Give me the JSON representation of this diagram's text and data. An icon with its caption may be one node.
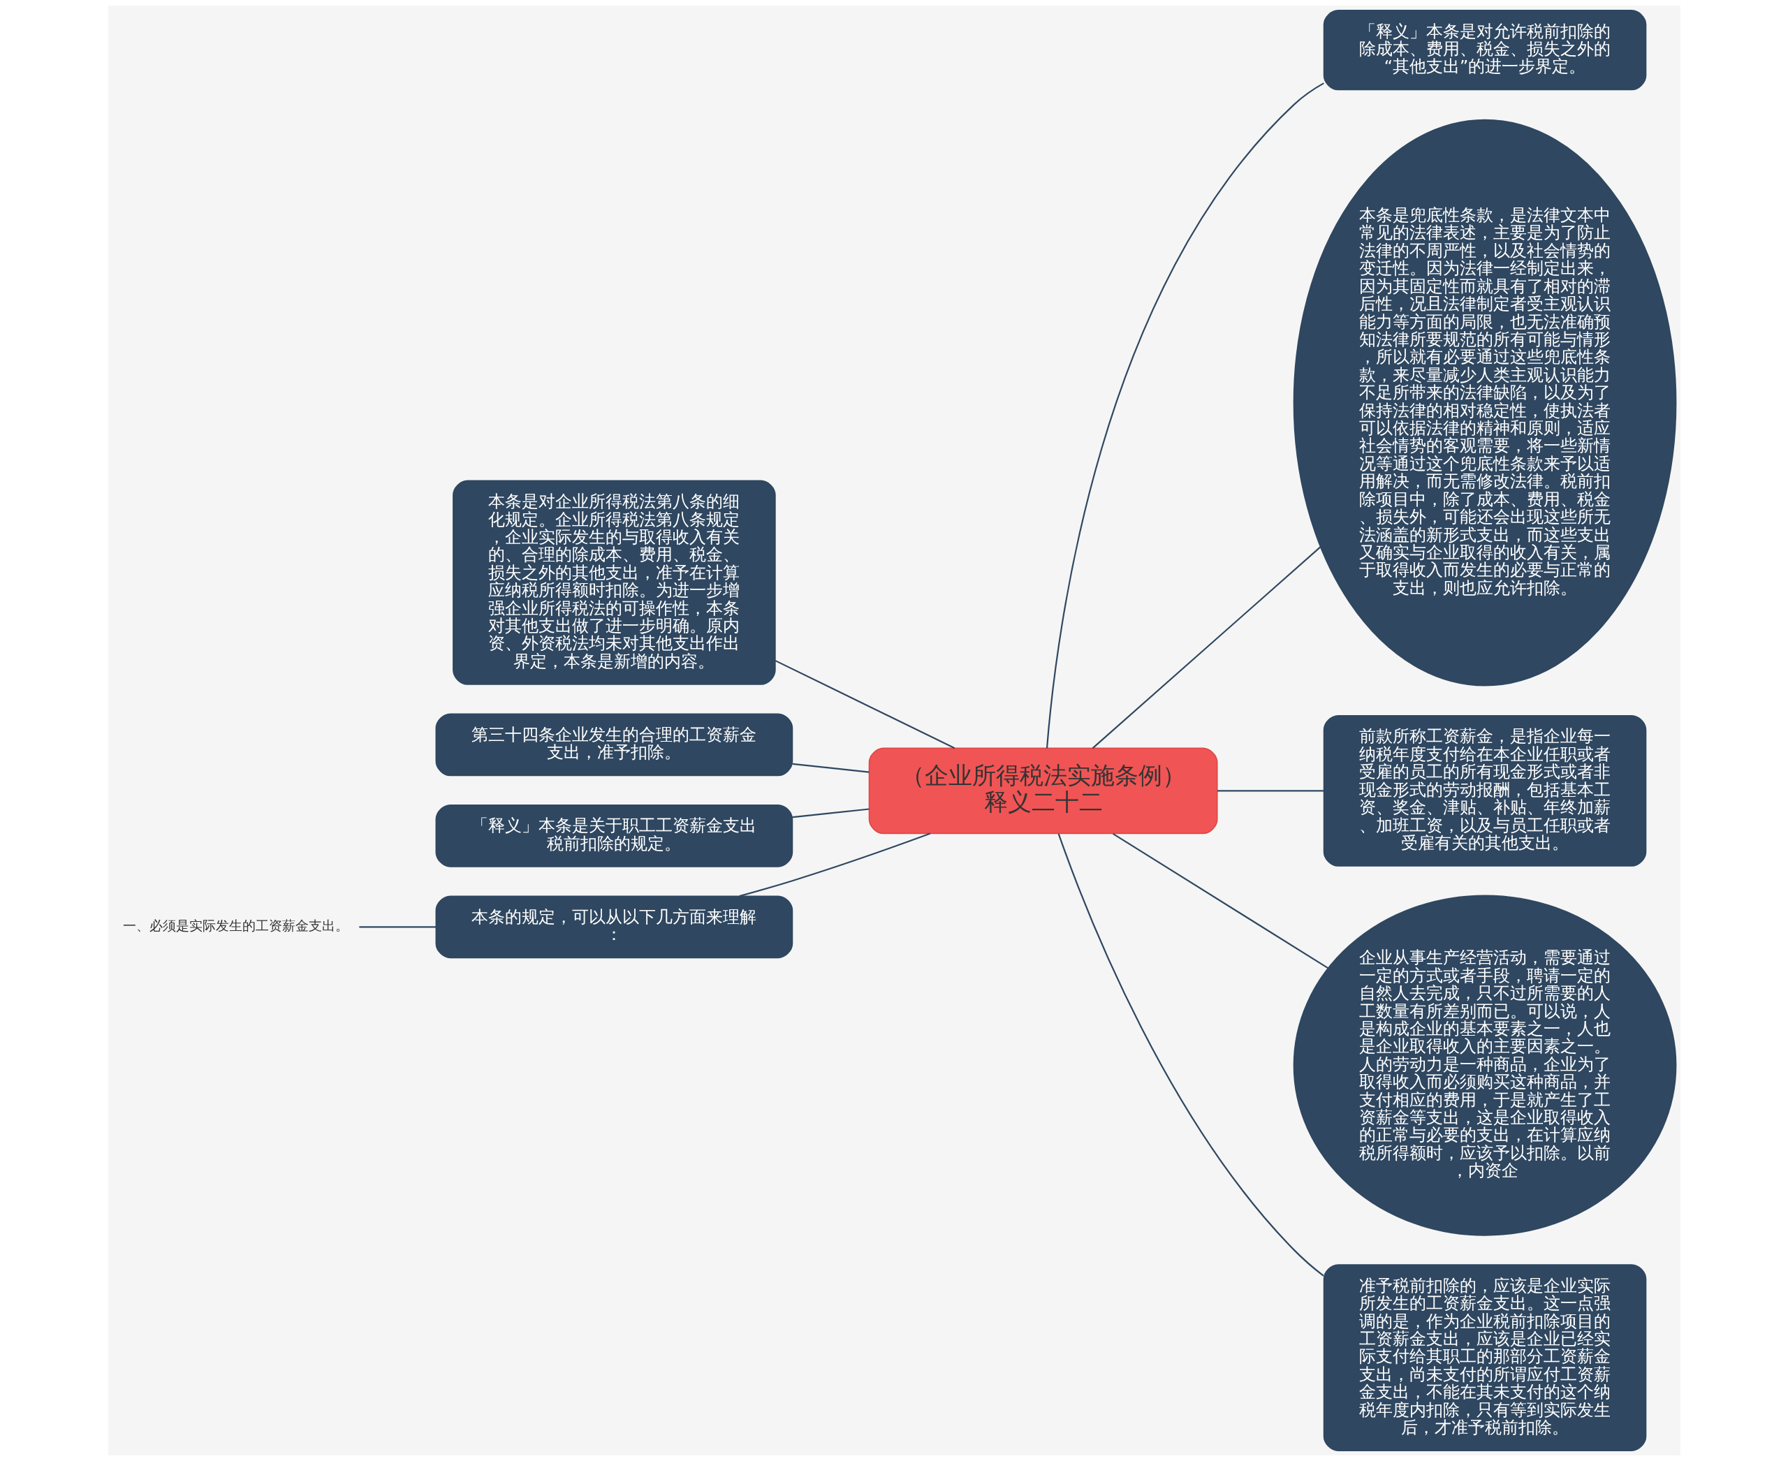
{
  "diagram": {
    "nodes": [
      {
        "text": [
          "（企业所得税法实施条例）释义二十二"
        ]
      },
      {
        "text": [
          "「释义」本条是对允许税前扣除的除成本、费用、税金、损失之外的“其他支出”的进一步界定。"
        ]
      },
      {
        "text": [
          "本条是兜底性条款，是法律文本中常见的法律表述，主要是为了防止法律的不周严性，以及社会情势的变迁性。因为法律一经制定出来，因为其固定性而就具有了相对的滞后性，况且法律制定者受主观认识能力等方面的局限，也无法准确预知法律所要规范的所有可能与情形，所以就有必要通过这些兜底性条款，来尽量减少人类主观认识能力不足所带来的法律缺陷，以及为了保持法律的相对稳定性，使执法者可以依据法律的精神和原则，适应社会情势的客观需要，将一些新情况等通过这个兜底性条款来予以适用解决，而无需修改法律。税前扣除项目中，除了成本、费用、税金、损失外，可能还会出现这些所无法涵盖的新形式支出，而这些支出又确实与企业取得的收入有关，属于取得收入而发生的必要与正常的支出，则也应允许扣除。"
        ]
      },
      {
        "text": [
          "前款所称工资薪金，是指企业每一纳税年度支付给在本企业任职或者受雇的员工的所有现金形式或者非现金形式的劳动报酬，包括基本工资、奖金、津贴、补贴、年终加薪、加班工资，以及与员工任职或者受雇有关的其他支出。"
        ]
      },
      {
        "text": [
          "企业从事生产经营活动，需要通过一定的方式或者手段，聘请一定的自然人去完成，只不过所需要的人工数量有所差别而已。可以说，人是构成企业的基本要素之一，人也是企业取得收入的主要因素之一。人的劳动力是一种商品，企业为了取得收入而必须购买这种商品，并支付相应的费用，于是就产生了工资薪金等支出，这是企业取得收入的正常与必要的支出，在计算应纳税所得额时，应该予以扣除。以前，内资企"
        ]
      },
      {
        "text": [
          "准予税前扣除的，应该是企业实际所发生的工资薪金支出。这一点强调的是，作为企业税前扣除项目的工资薪金支出，应该是企业已经实际支付给其职工的那部分工资薪金支出，尚未支付的所谓应付工资薪金支出，不能在其未支付的这个纳税年度内扣除，只有等到实际发生后，才准予税前扣除。"
        ]
      },
      {
        "text": [
          "本条是对企业所得税法第八条的细化规定。企业所得税法第八条规定，企业实际发生的与取得收入有关的、合理的除成本、费用、税金、损失之外的其他支出，准予在计算应纳税所得额时扣除。为进一步增强企业所得税法的可操作性，本条对其他支出做了进一步明确。原内资、外资税法均未对其他支出作出界定，本条是新增的内容。"
        ]
      },
      {
        "text": [
          "第三十四条企业发生的合理的工资薪金支出，准予扣除。"
        ]
      },
      {
        "text": [
          "「释义」本条是关于职工工资薪金支出税前扣除的规定。"
        ]
      },
      {
        "text": [
          "本条的规定，可以从以下几方面来理解："
        ]
      },
      {
        "text": [
          "一、必须是实际发生的工资薪金支出。"
        ]
      }
    ],
    "edges": [
      {
        "from": 0,
        "to": 1,
        "arrow": "none"
      },
      {
        "from": 0,
        "to": 2,
        "arrow": "none"
      },
      {
        "from": 0,
        "to": 3,
        "arrow": "none"
      },
      {
        "from": 0,
        "to": 4,
        "arrow": "none"
      },
      {
        "from": 0,
        "to": 5,
        "arrow": "none"
      },
      {
        "from": 0,
        "to": 6,
        "arrow": "none"
      },
      {
        "from": 0,
        "to": 7,
        "arrow": "none"
      },
      {
        "from": 0,
        "to": 8,
        "arrow": "none"
      },
      {
        "from": 0,
        "to": 9,
        "arrow": "none"
      },
      {
        "from": 9,
        "to": 10,
        "arrow": "none"
      }
    ]
  }
}
